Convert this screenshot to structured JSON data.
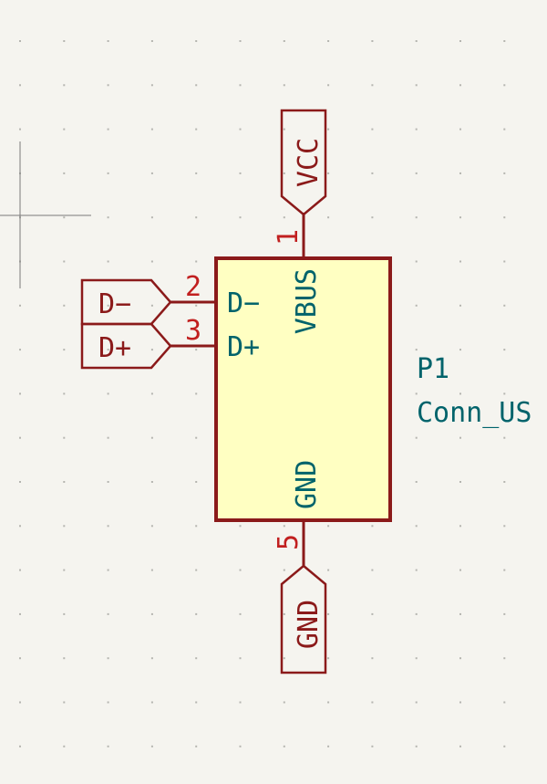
{
  "component": {
    "reference": "P1",
    "value": "Conn_US",
    "pins": {
      "vbus": {
        "number": "1",
        "name": "VBUS"
      },
      "dminus": {
        "number": "2",
        "name": "D−"
      },
      "dplus": {
        "number": "3",
        "name": "D+"
      },
      "gnd": {
        "number": "5",
        "name": "GND"
      }
    }
  },
  "labels": {
    "vcc": "VCC",
    "gnd": "GND",
    "dminus": "D−",
    "dplus": "D+"
  },
  "colors": {
    "background": "#f5f4ef",
    "grid_dot": "#b5b5b0",
    "wire": "#8b1a1a",
    "pin_number": "#c11f1f",
    "pin_name": "#00636b",
    "body_fill": "#ffffc2",
    "ref_text": "#00636b"
  }
}
